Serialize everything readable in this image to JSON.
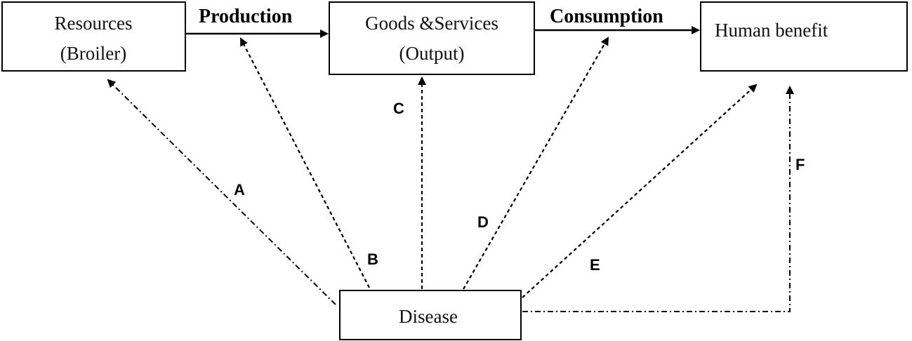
{
  "boxes": {
    "resources": {
      "line1": "Resources",
      "line2": "(Broiler)"
    },
    "goods_services": {
      "line1": "Goods &Services",
      "line2": "(Output)"
    },
    "human_benefit": {
      "line1": "Human benefit"
    },
    "disease": {
      "line1": "Disease"
    }
  },
  "flows": {
    "production": "Production",
    "consumption": "Consumption"
  },
  "impacts": {
    "a": "A",
    "b": "B",
    "c": "C",
    "d": "D",
    "e": "E",
    "f": "F"
  }
}
